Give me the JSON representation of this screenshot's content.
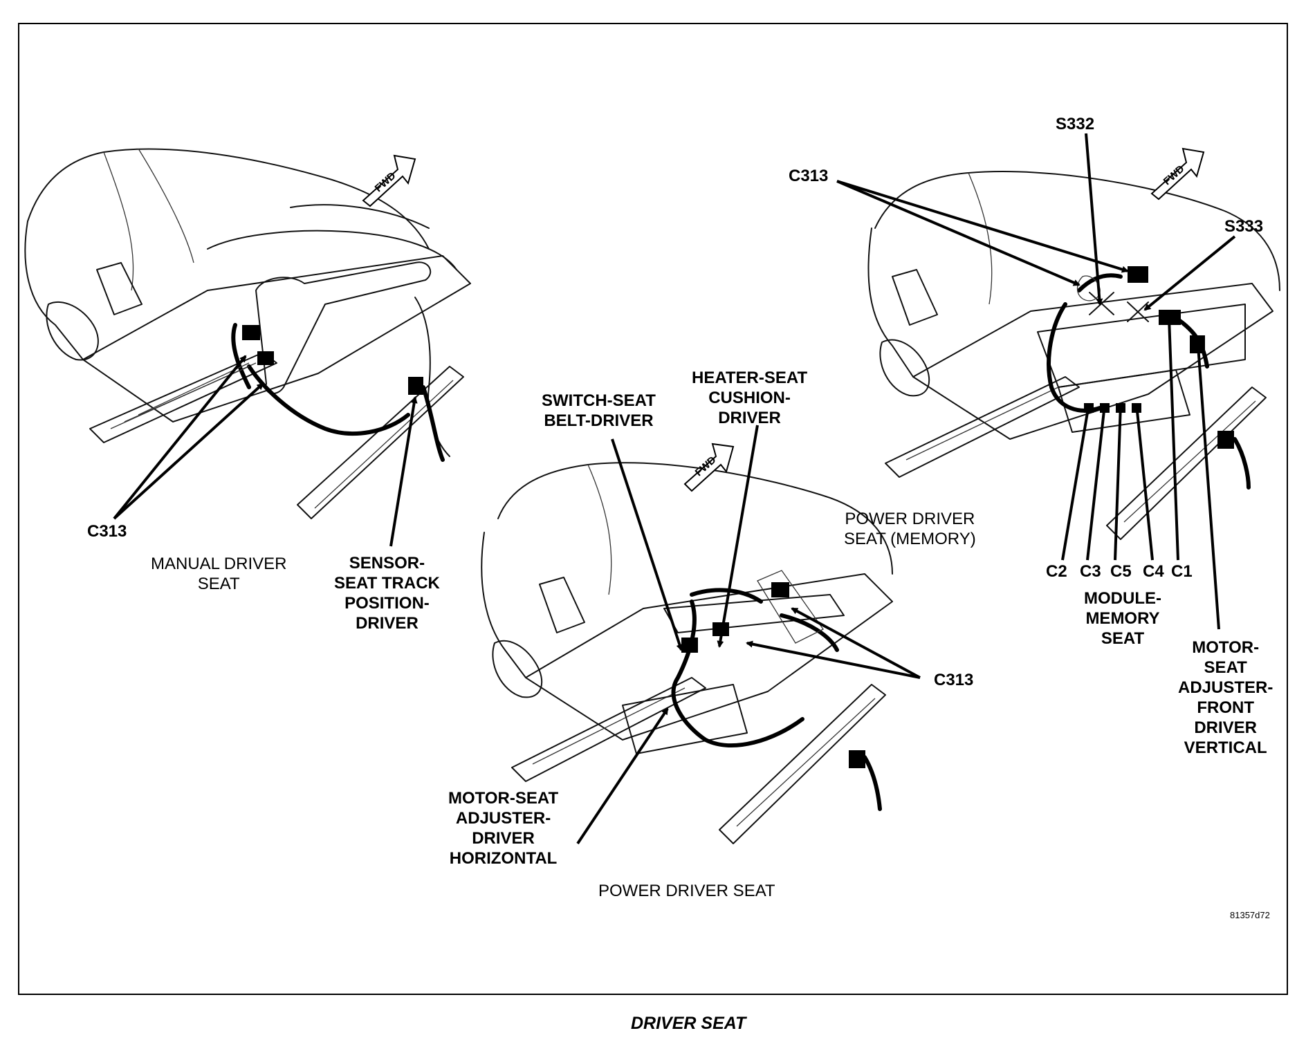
{
  "figure_title": "DRIVER SEAT",
  "reference_code": "81357d72",
  "fwd_label": "FWD",
  "views": {
    "manual": {
      "caption": "MANUAL DRIVER\nSEAT",
      "labels": {
        "c313": "C313",
        "sensor": "SENSOR-\nSEAT TRACK\nPOSITION-\nDRIVER"
      }
    },
    "power": {
      "caption": "POWER DRIVER SEAT",
      "labels": {
        "switch": "SWITCH-SEAT\nBELT-DRIVER",
        "heater": "HEATER-SEAT\nCUSHION-\nDRIVER",
        "c313": "C313",
        "motor_horizontal": "MOTOR-SEAT\nADJUSTER-\nDRIVER\nHORIZONTAL"
      }
    },
    "memory": {
      "caption": "POWER DRIVER\nSEAT (MEMORY)",
      "labels": {
        "s332": "S332",
        "s333": "S333",
        "c313": "C313",
        "c2": "C2",
        "c3": "C3",
        "c5": "C5",
        "c4": "C4",
        "c1": "C1",
        "module": "MODULE-\nMEMORY\nSEAT",
        "motor_vertical": "MOTOR-\nSEAT\nADJUSTER-\nFRONT\nDRIVER\nVERTICAL"
      }
    }
  }
}
